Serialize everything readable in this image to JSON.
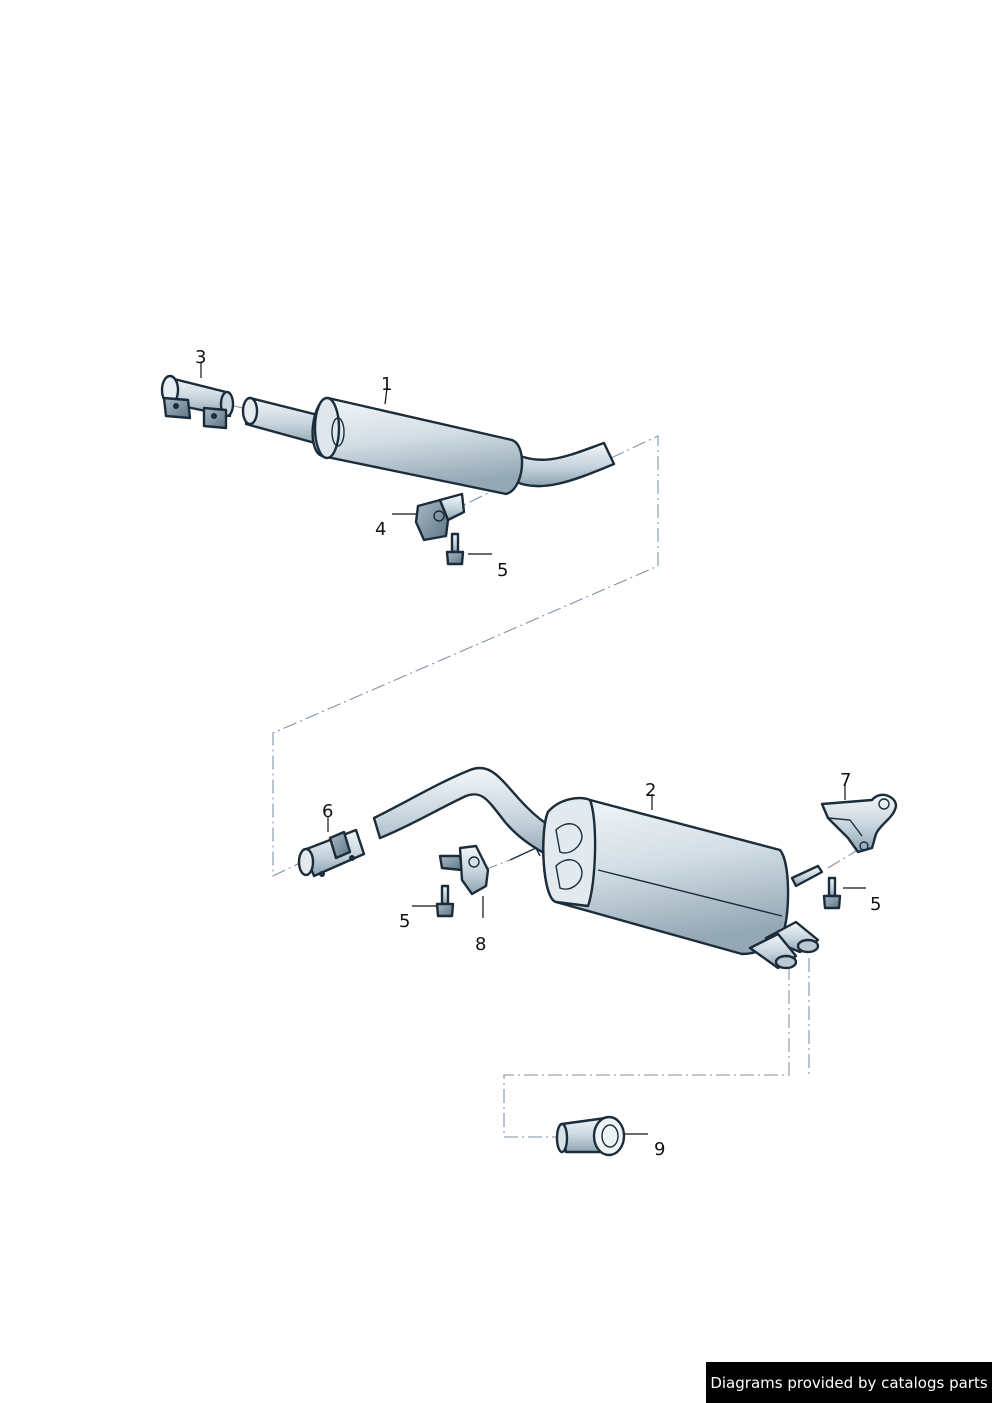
{
  "callouts": {
    "c1": "1",
    "c2": "2",
    "c3": "3",
    "c4": "4",
    "c5a": "5",
    "c5b": "5",
    "c5c": "5",
    "c6": "6",
    "c7": "7",
    "c8": "8",
    "c9": "9"
  },
  "credit": "Diagrams provided by catalogs parts",
  "colors": {
    "part_fill_light": "#eef3f6",
    "part_fill_mid": "#c9d6df",
    "part_fill_dark": "#8fa4b3",
    "outline": "#1b2c3a",
    "dash_line": "#7f93a8"
  }
}
